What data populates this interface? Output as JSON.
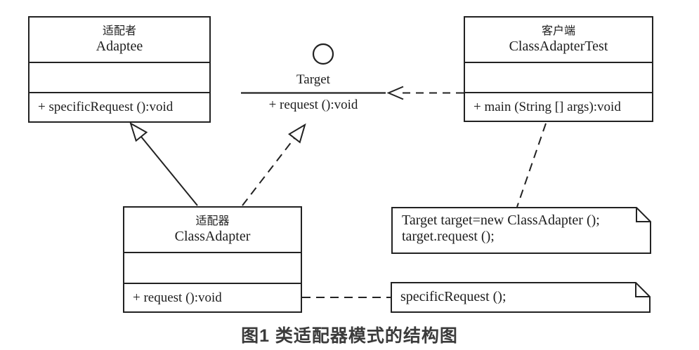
{
  "diagram": {
    "adaptee": {
      "name_cn": "适配者",
      "name_en": "Adaptee",
      "method": "+ specificRequest ():void"
    },
    "client": {
      "name_cn": "客户端",
      "name_en": "ClassAdapterTest",
      "method": "+ main (String [] args):void"
    },
    "adapter": {
      "name_cn": "适配器",
      "name_en": "ClassAdapter",
      "method": "+ request ():void"
    },
    "target_interface": {
      "name": "Target",
      "method": "+ request ():void"
    },
    "note_client": {
      "line1": "Target target=new ClassAdapter ();",
      "line2": "target.request ();"
    },
    "note_adapter": {
      "line1": "specificRequest ();"
    },
    "caption": "图1 类适配器模式的结构图"
  },
  "colors": {
    "line": "#222222",
    "caption_text": "#3b3b3b",
    "background": "#ffffff"
  }
}
